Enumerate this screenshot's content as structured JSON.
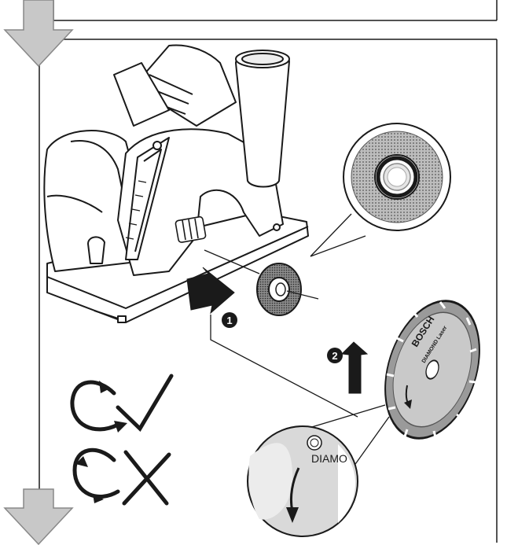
{
  "steps": {
    "step1": "1",
    "step2": "2"
  },
  "blade": {
    "brand": "BOSCH",
    "product": "DIAMOND Laser"
  },
  "zoom_callout": {
    "label": "DIAMO"
  },
  "icons": {
    "next_arrow_top": "down-arrow-icon",
    "next_arrow_bottom": "down-arrow-icon",
    "correct": "checkmark-icon",
    "incorrect": "cross-icon"
  },
  "colors": {
    "line": "#1a1a1a",
    "arrow_fill": "#c8c8c8",
    "grey": "#9a9a9a",
    "light_grey": "#d9d9d9"
  }
}
